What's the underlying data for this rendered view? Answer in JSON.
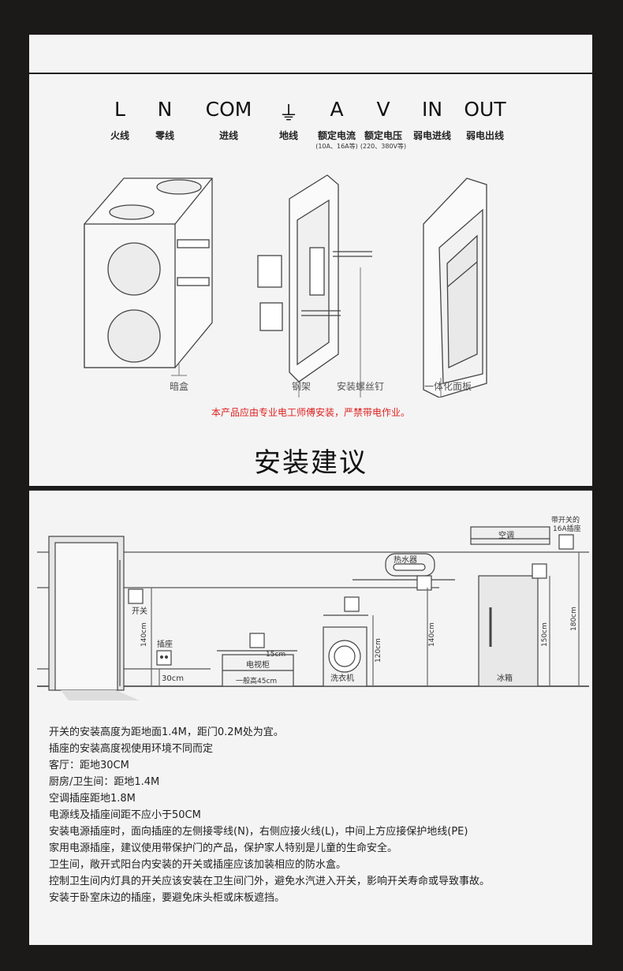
{
  "symbols": [
    {
      "symbol": "L",
      "label": "火线"
    },
    {
      "symbol": "N",
      "label": "零线"
    },
    {
      "symbol": "COM",
      "label": "进线"
    },
    {
      "symbol": "⏚",
      "label": "地线"
    },
    {
      "symbol": "A",
      "label": "额定电流",
      "note": "(10A、16A等)"
    },
    {
      "symbol": "V",
      "label": "额定电压",
      "note": "(220、380V等)"
    },
    {
      "symbol": "IN",
      "label": "弱电进线"
    },
    {
      "symbol": "OUT",
      "label": "弱电出线"
    }
  ],
  "parts": [
    "暗盒",
    "钢架",
    "安装螺丝钉",
    "一体化面板"
  ],
  "warning": "本产品应由专业电工师傅安装，严禁带电作业。",
  "section_title": "安装建议",
  "diagram": {
    "switch": "开关",
    "socket": "插座",
    "tv_cabinet": "电视柜",
    "tv_height": "一般高45cm",
    "h_15": "15cm",
    "h_30": "30cm",
    "h_140_left": "140cm",
    "h_120": "120cm",
    "washer": "洗衣机",
    "water_heater": "热水器",
    "h_140_mid": "140cm",
    "fridge": "冰箱",
    "h_150": "150cm",
    "aircon": "空调",
    "socket_16a_line1": "带开关的",
    "socket_16a_line2": "16A插座",
    "h_180": "180cm"
  },
  "notes": [
    "开关的安装高度为距地面1.4M，距门0.2M处为宜。",
    "插座的安装高度视使用环境不同而定",
    "客厅：距地30CM",
    "厨房/卫生间：距地1.4M",
    "空调插座距地1.8M",
    "电源线及插座间距不应小于50CM",
    "安装电源插座时，面向插座的左侧接零线(N)，右侧应接火线(L)，中间上方应接保护地线(PE)",
    "家用电源插座，建议使用带保护门的产品，保护家人特别是儿童的生命安全。",
    "卫生间，敞开式阳台内安装的开关或插座应该加装相应的防水盒。",
    "控制卫生间内灯具的开关应该安装在卫生间门外，避免水汽进入开关，影响开关寿命或导致事故。",
    "安装于卧室床边的插座，要避免床头柜或床板遮挡。"
  ]
}
